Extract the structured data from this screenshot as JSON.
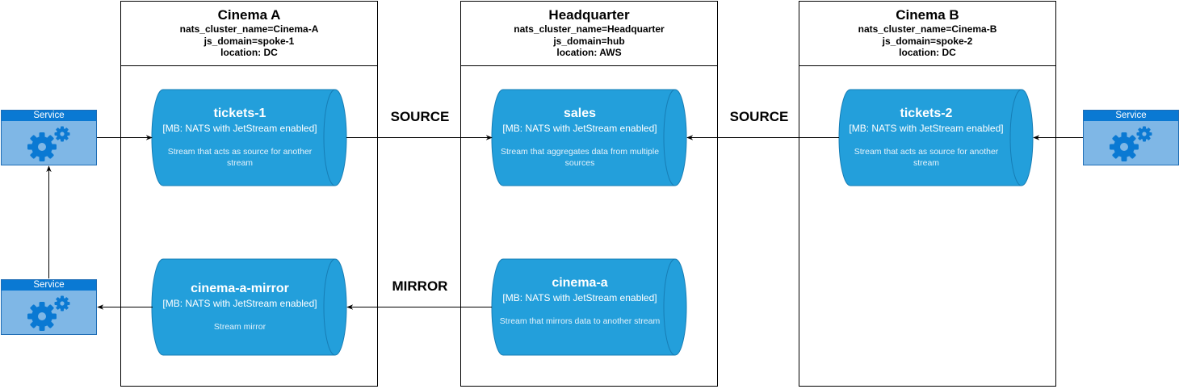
{
  "clusters": {
    "cinema_a": {
      "title": "Cinema A",
      "cluster_name": "nats_cluster_name=Cinema-A",
      "domain": "js_domain=spoke-1",
      "location": "location: DC"
    },
    "hq": {
      "title": "Headquarter",
      "cluster_name": "nats_cluster_name=Headquarter",
      "domain": "js_domain=hub",
      "location": "location: AWS"
    },
    "cinema_b": {
      "title": "Cinema B",
      "cluster_name": "nats_cluster_name=Cinema-B",
      "domain": "js_domain=spoke-2",
      "location": "location: DC"
    }
  },
  "streams": {
    "tickets_1": {
      "name": "tickets-1",
      "type": "[MB: NATS with JetStream enabled]",
      "desc": "Stream that acts as source for another stream"
    },
    "sales": {
      "name": "sales",
      "type": "[MB: NATS with JetStream enabled]",
      "desc": "Stream that aggregates data from multiple sources"
    },
    "tickets_2": {
      "name": "tickets-2",
      "type": "[MB: NATS with JetStream enabled]",
      "desc": "Stream that acts as source for another stream"
    },
    "cinema_a_mirror": {
      "name": "cinema-a-mirror",
      "type": "[MB: NATS with JetStream enabled]",
      "desc": "Stream mirror"
    },
    "cinema_a": {
      "name": "cinema-a",
      "type": "[MB: NATS with JetStream enabled]",
      "desc": "Stream that mirrors data to another stream"
    }
  },
  "services": {
    "left_top": {
      "label": "Service"
    },
    "left_bottom": {
      "label": "Service"
    },
    "right": {
      "label": "Service"
    }
  },
  "links": {
    "source_left": "SOURCE",
    "source_right": "SOURCE",
    "mirror": "MIRROR"
  },
  "colors": {
    "cylinder": "#239fdb",
    "cylinder_stroke": "#167db5",
    "service_fill": "#7fb7e6",
    "service_bar": "#0a79d3",
    "gear": "#0a79d3"
  }
}
